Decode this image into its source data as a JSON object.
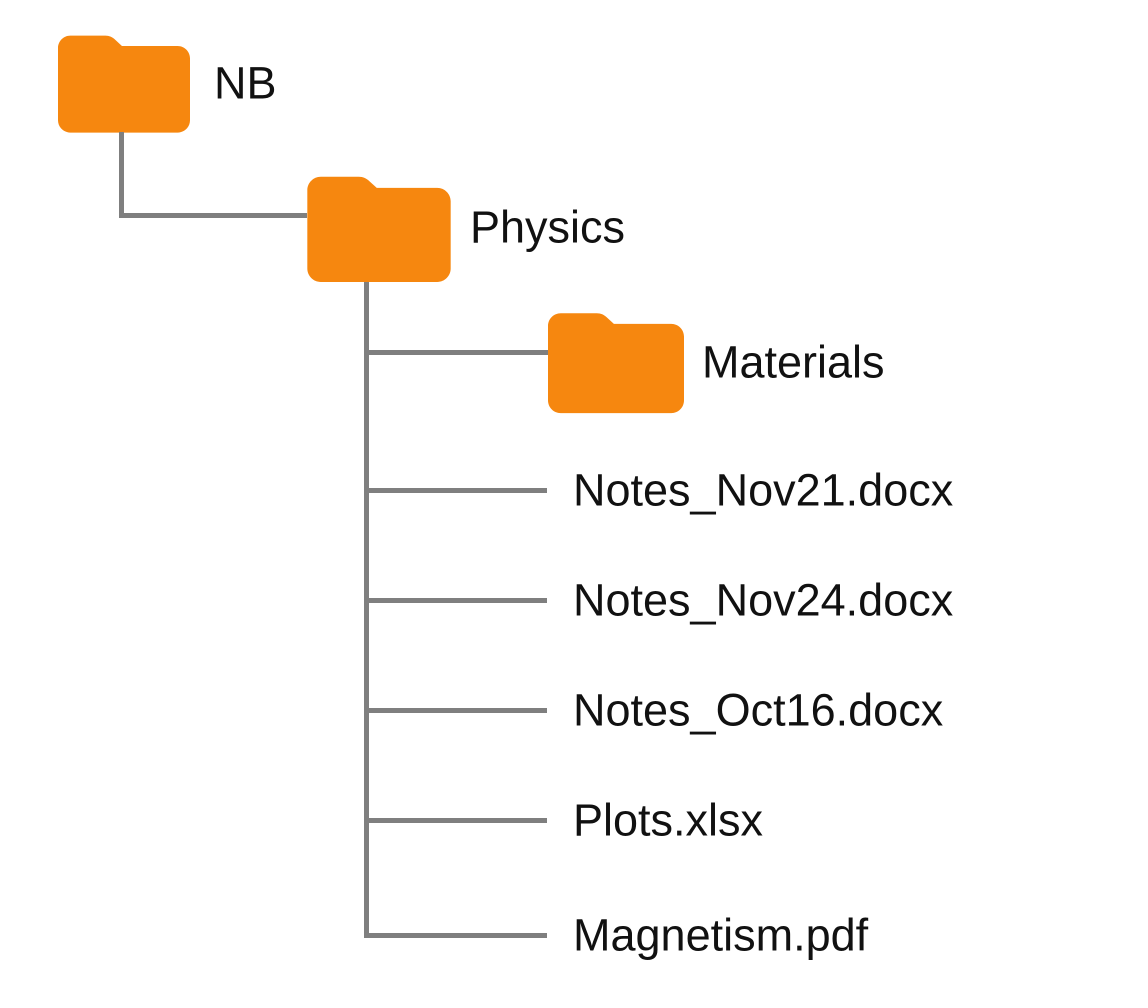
{
  "tree": {
    "root": {
      "label": "NB",
      "kind": "folder"
    },
    "branch": {
      "label": "Physics",
      "kind": "folder"
    },
    "children": [
      {
        "label": "Materials",
        "kind": "folder"
      },
      {
        "label": "Notes_Nov21.docx",
        "kind": "file"
      },
      {
        "label": "Notes_Nov24.docx",
        "kind": "file"
      },
      {
        "label": "Notes_Oct16.docx",
        "kind": "file"
      },
      {
        "label": "Plots.xlsx",
        "kind": "file"
      },
      {
        "label": "Magnetism.pdf",
        "kind": "file"
      }
    ]
  },
  "colors": {
    "folder_fill": "#F6870F",
    "connector": "#7F7F7F",
    "text": "#111111",
    "background": "#FFFFFF"
  }
}
